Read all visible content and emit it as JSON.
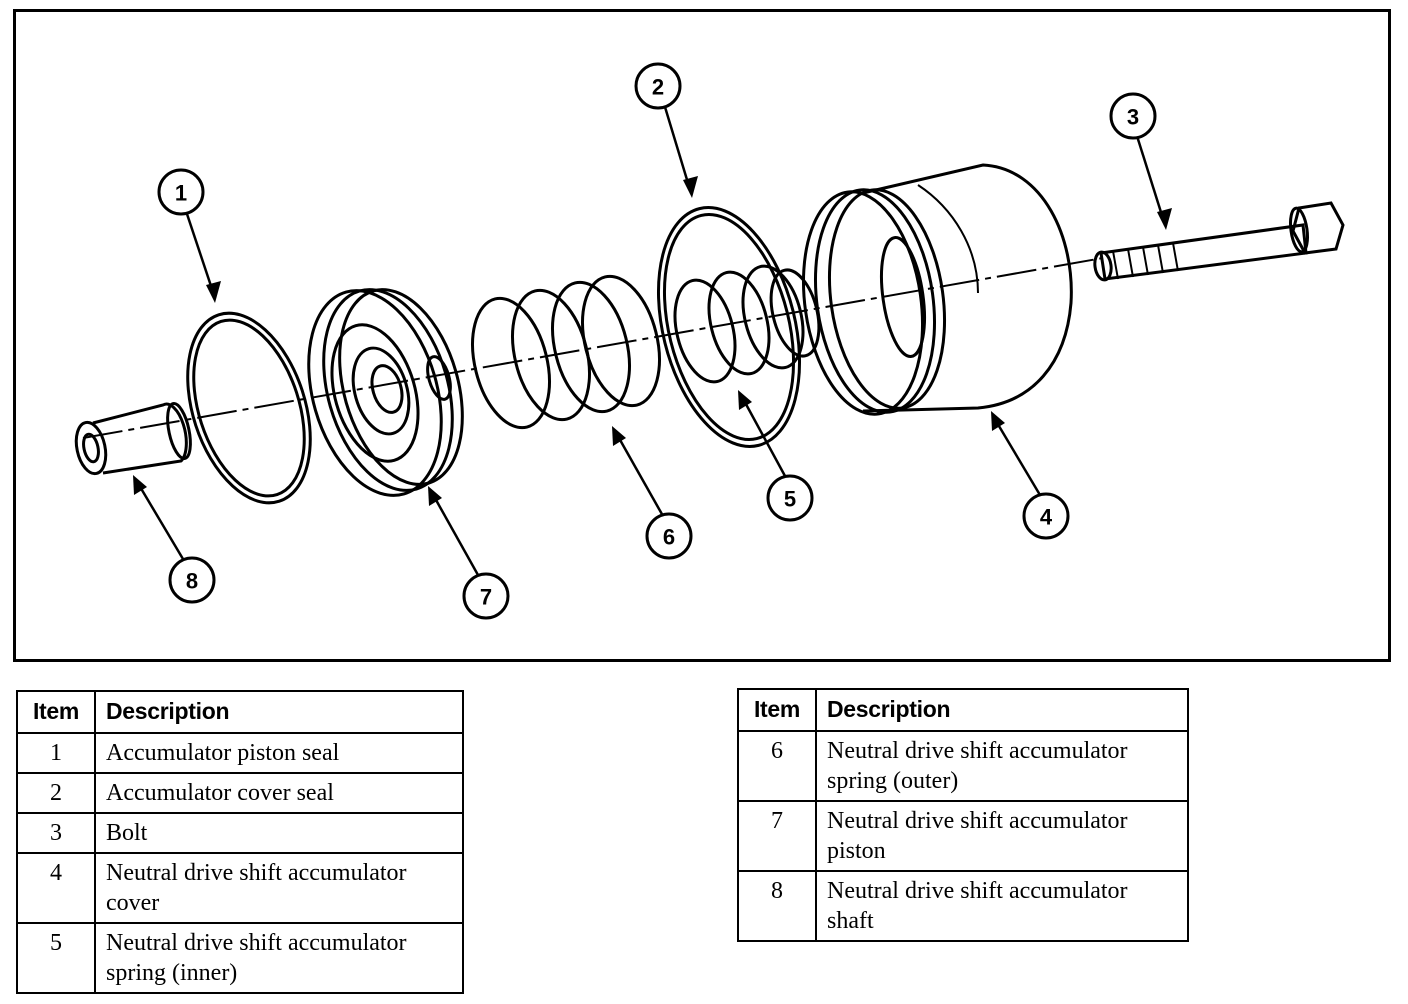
{
  "callouts": [
    {
      "number": "1"
    },
    {
      "number": "2"
    },
    {
      "number": "3"
    },
    {
      "number": "4"
    },
    {
      "number": "5"
    },
    {
      "number": "6"
    },
    {
      "number": "7"
    },
    {
      "number": "8"
    }
  ],
  "legend_left": {
    "header_item": "Item",
    "header_description": "Description",
    "rows": [
      {
        "item": "1",
        "description": "Accumulator piston seal"
      },
      {
        "item": "2",
        "description": "Accumulator cover seal"
      },
      {
        "item": "3",
        "description": "Bolt"
      },
      {
        "item": "4",
        "description": "Neutral drive shift accumulator cover"
      },
      {
        "item": "5",
        "description": "Neutral drive shift accumulator spring (inner)"
      }
    ]
  },
  "legend_right": {
    "header_item": "Item",
    "header_description": "Description",
    "rows": [
      {
        "item": "6",
        "description": "Neutral drive shift accumulator spring (outer)"
      },
      {
        "item": "7",
        "description": "Neutral drive shift accumulator piston"
      },
      {
        "item": "8",
        "description": "Neutral drive shift accumulator shaft"
      }
    ]
  }
}
